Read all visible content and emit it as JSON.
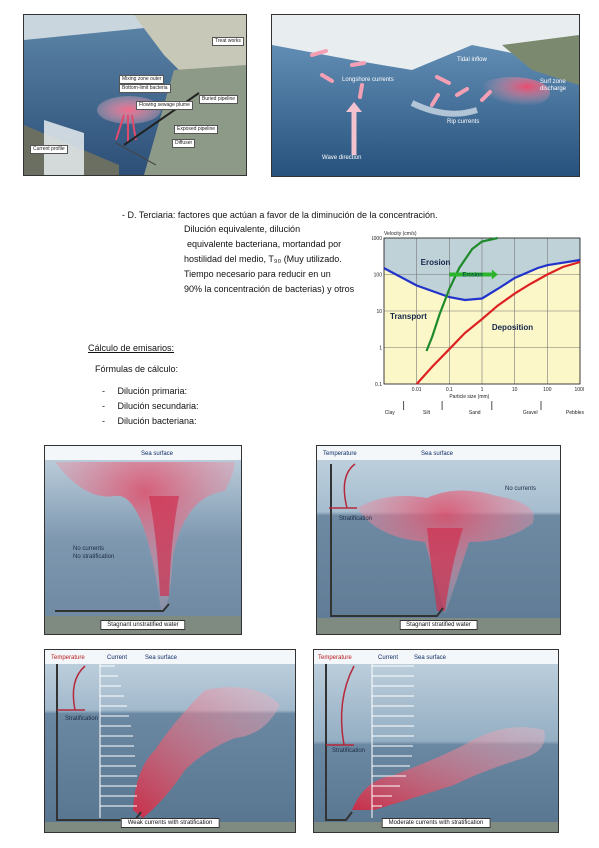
{
  "top_left_figure": {
    "labels": {
      "treat": "Treat works",
      "zone_outer": "Mixing zone outer",
      "zone_bottom": "Bottom-limit bacteria",
      "flow": "Flowing sewage plume",
      "current": "Current profile",
      "exposed": "Exposed pipeline",
      "buried": "Buried pipeline",
      "diffuser": "Diffuser"
    }
  },
  "top_right_figure": {
    "labels": {
      "tidal": "Tidal inflow",
      "longshore": "Longshore currents",
      "rip": "Rip currents",
      "wave": "Wave direction",
      "surf": "Surf zone",
      "discharge": "discharge"
    }
  },
  "text": {
    "line1": "- D. Terciaria: factores que actúan a favor de la diminución de la concentración.",
    "line2": "Dilución equivalente, dilución",
    "line3": "equivalente bacteriana, mortandad por",
    "line4": "hostilidad del medio, T₉₀ (Muy utilizado.",
    "line5": "Tiempo necesario para reducir en un",
    "line6": "90% la concentración de bacterias) y otros",
    "heading": "Cálculo de emisarios:",
    "formulas": "Fórmulas de cálculo:",
    "items": [
      "Dilución primaria:",
      "Dilución secundaria:",
      "Dilución bacteriana:"
    ]
  },
  "chart_data": {
    "type": "line",
    "ylabel": "Velocity (cm/s)",
    "xlabel": "Particle size (mm)",
    "xscale": "log",
    "yscale": "log",
    "xlim": [
      0.001,
      1000
    ],
    "ylim": [
      0.1,
      1000
    ],
    "y_tick_labels": [
      "1000",
      "100",
      "10",
      "1",
      "0.1"
    ],
    "x_tick_labels": [
      "0.01",
      "0.1",
      "1",
      "10",
      "100",
      "1000"
    ],
    "region_labels": [
      "Erosion",
      "Transport",
      "Deposition"
    ],
    "arrow_label": "Erosion",
    "size_classes": [
      "Clay",
      "Silt",
      "Sand",
      "Gravel",
      "Pebbles"
    ],
    "series": [
      {
        "color": "#2233cc",
        "x": [
          0.001,
          0.01,
          0.05,
          0.1,
          0.3,
          1,
          3,
          10,
          50,
          100,
          1000
        ],
        "y": [
          150,
          50,
          30,
          24,
          20,
          22,
          40,
          80,
          150,
          180,
          250
        ]
      },
      {
        "color": "#1e8a2a",
        "x": [
          0.02,
          0.03,
          0.05,
          0.1,
          0.2,
          0.5,
          1,
          3
        ],
        "y": [
          0.8,
          2,
          8,
          40,
          150,
          500,
          800,
          1000
        ]
      },
      {
        "color": "#dd2222",
        "x": [
          0.01,
          0.03,
          0.1,
          0.3,
          1,
          3,
          10,
          30,
          100,
          300,
          1000
        ],
        "y": [
          0.1,
          0.3,
          0.9,
          2.5,
          6,
          14,
          30,
          55,
          100,
          160,
          220
        ]
      }
    ]
  },
  "plume_panels": [
    {
      "sea": "Sea surface",
      "note1": "No currents",
      "note2": "No stratification",
      "caption": "Stagnant unstratified water"
    },
    {
      "temperature": "Temperature",
      "sea": "Sea surface",
      "note1": "No currents",
      "strat": "Stratification",
      "caption": "Stagnant stratified water"
    },
    {
      "temperature": "Temperature",
      "current": "Current",
      "sea": "Sea surface",
      "strat": "Stratification",
      "caption": "Weak currents with stratification"
    },
    {
      "temperature": "Temperature",
      "current": "Current",
      "sea": "Sea surface",
      "strat": "Stratification",
      "caption": "Moderate currents with stratification"
    }
  ]
}
